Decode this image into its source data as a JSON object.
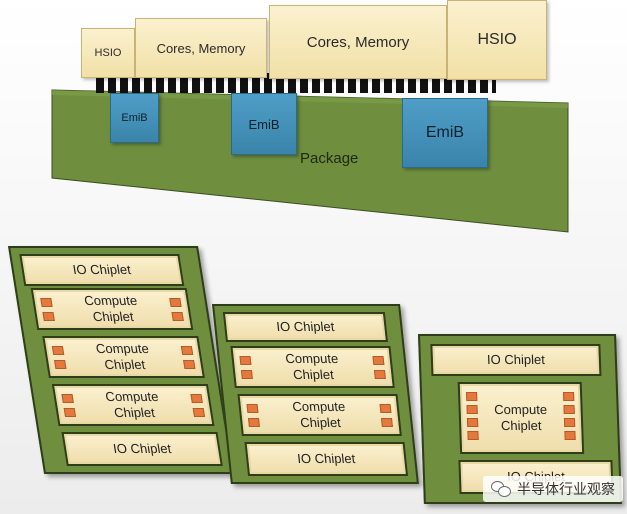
{
  "top": {
    "dies": [
      "HSIO",
      "Cores, Memory",
      "Cores, Memory",
      "HSIO"
    ],
    "bridges": [
      "EmiB",
      "EmiB",
      "EmiB"
    ],
    "package_label": "Package"
  },
  "modules": [
    {
      "chips": [
        "IO Chiplet",
        "Compute Chiplet",
        "Compute Chiplet",
        "Compute Chiplet",
        "IO Chiplet"
      ]
    },
    {
      "chips": [
        "IO Chiplet",
        "Compute Chiplet",
        "Compute Chiplet",
        "IO Chiplet"
      ]
    },
    {
      "chips": [
        "IO Chiplet",
        "Compute Chiplet",
        "IO Chiplet"
      ]
    }
  ],
  "watermark": {
    "text": "半导体行业观察",
    "icon": "wechat-icon"
  },
  "colors": {
    "package": "#6f8f3f",
    "emib": "#3f8cb5",
    "die": "#f6e9bf",
    "pad": "#e3793d"
  }
}
